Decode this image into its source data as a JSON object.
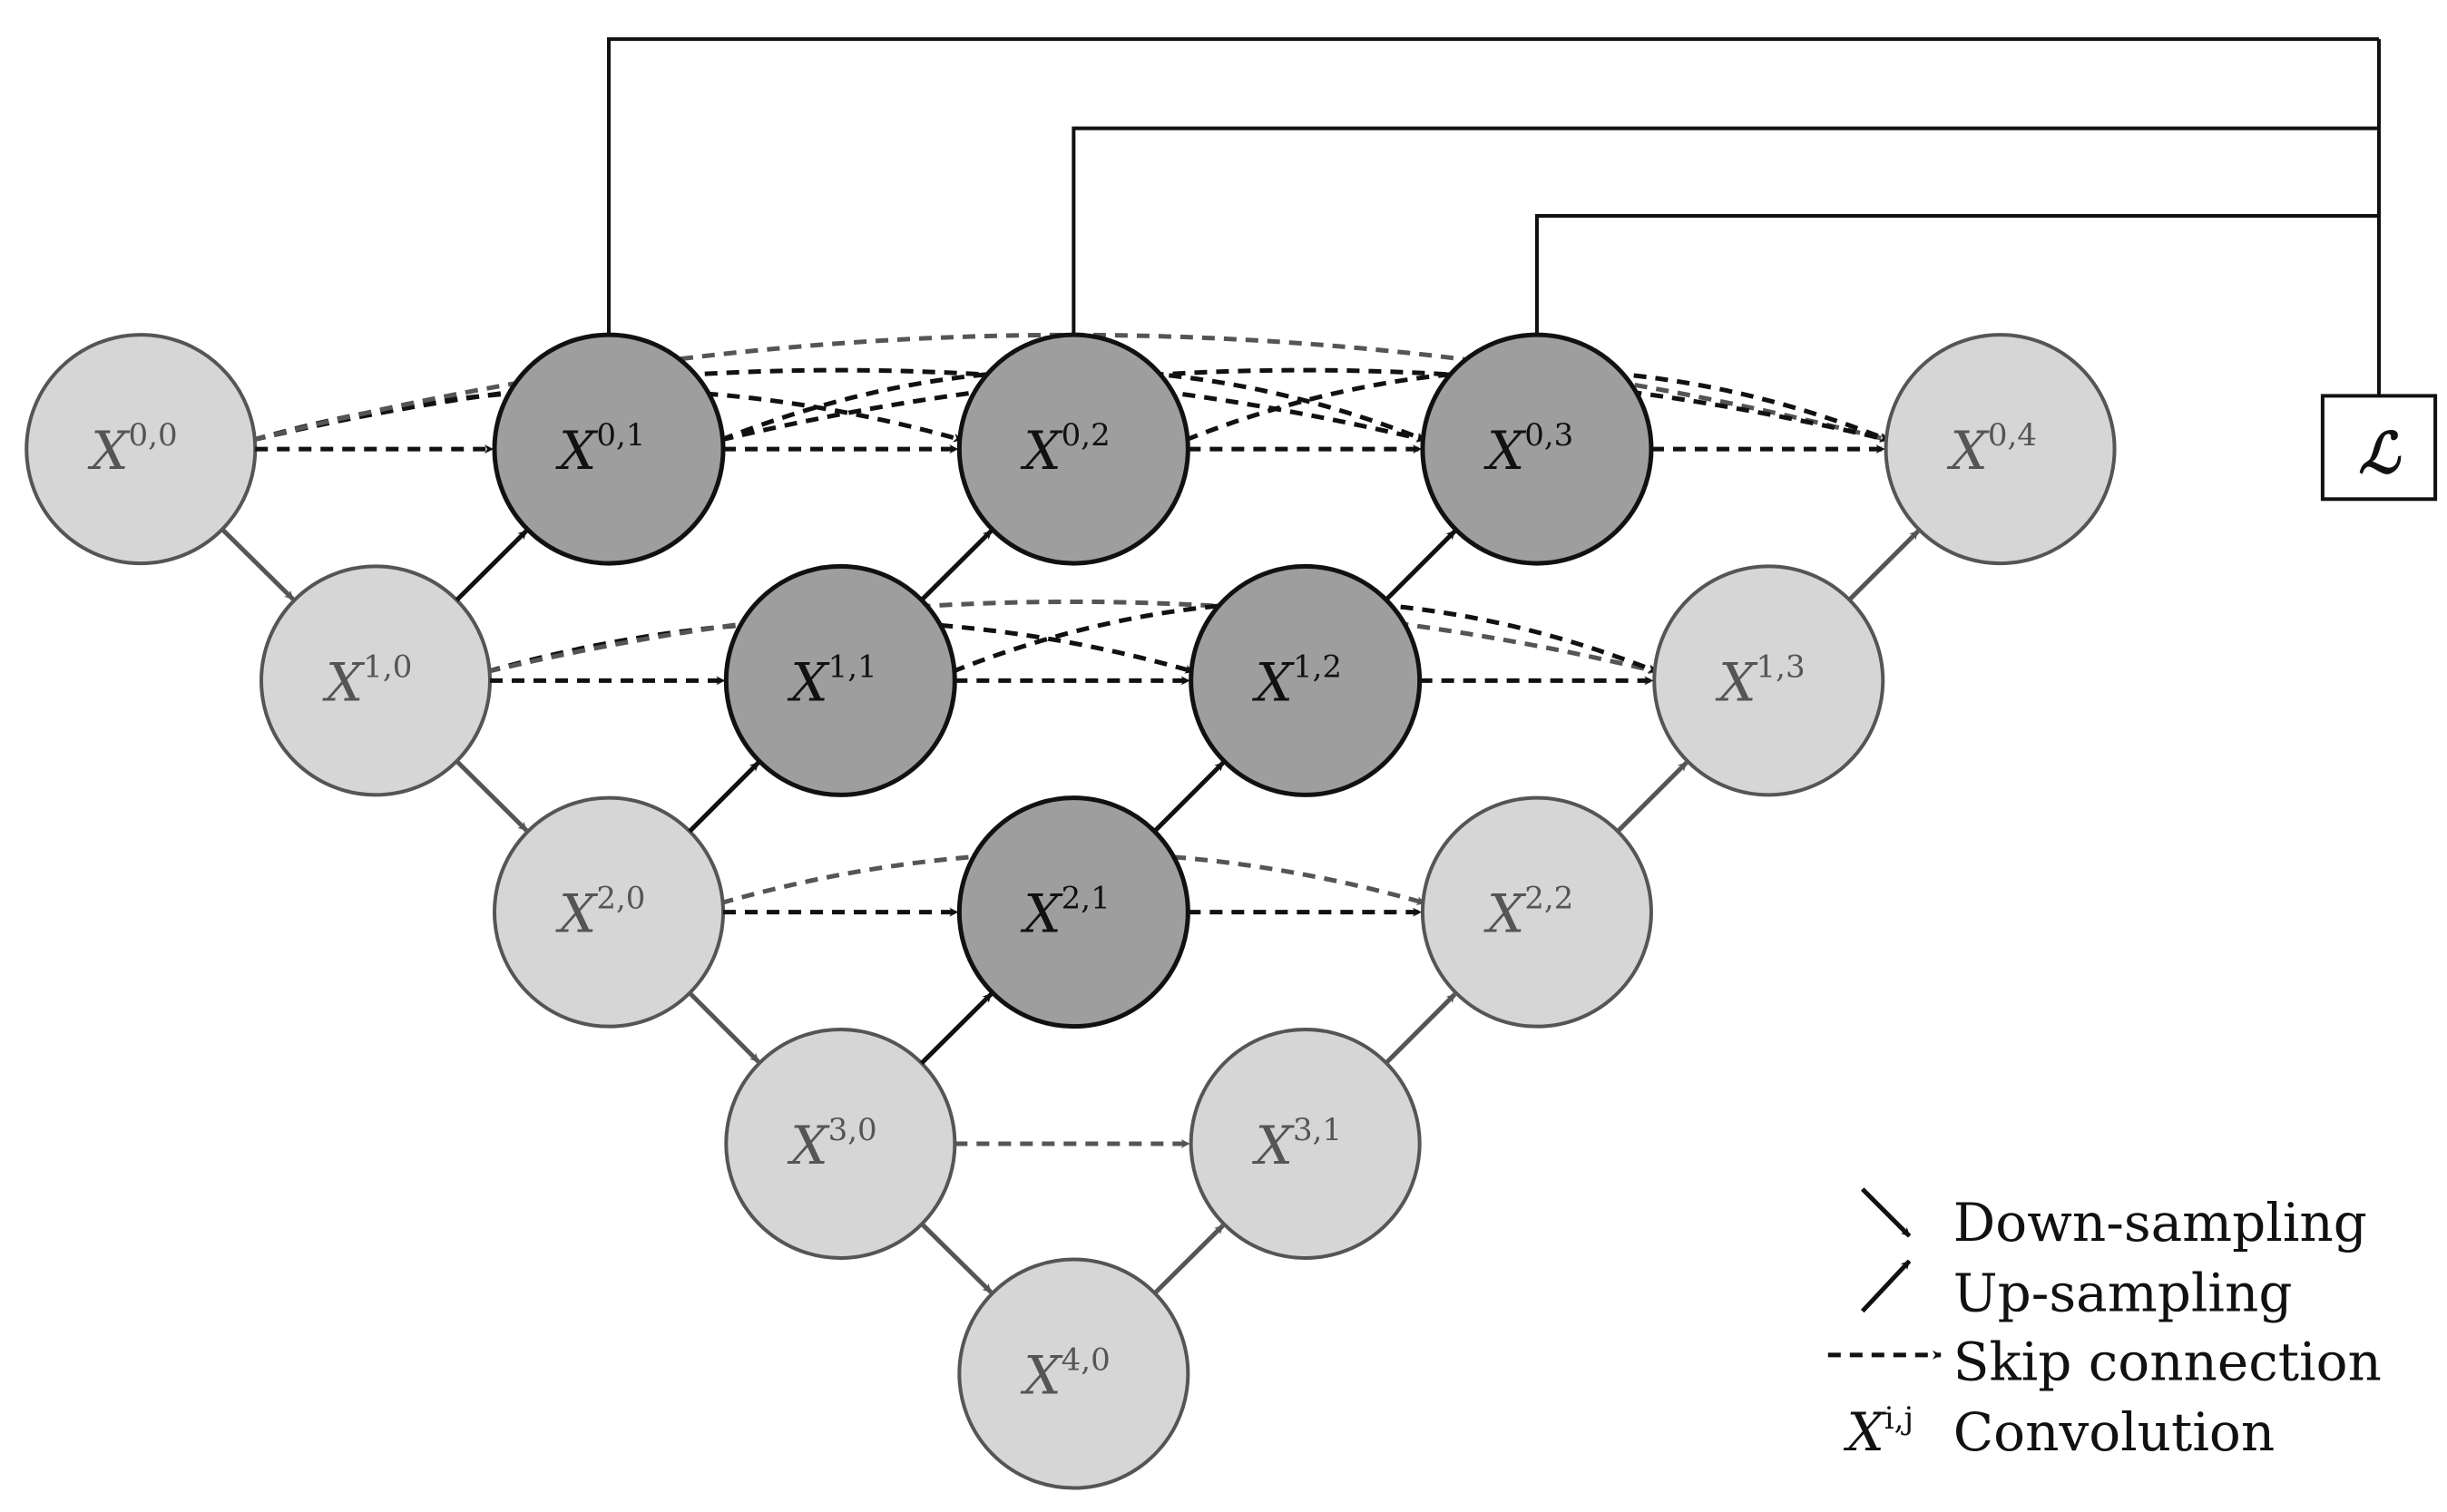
{
  "nodes": [
    {
      "id": "X00",
      "base": "X",
      "sup": "0,0",
      "style": "light"
    },
    {
      "id": "X10",
      "base": "X",
      "sup": "1,0",
      "style": "light"
    },
    {
      "id": "X20",
      "base": "X",
      "sup": "2,0",
      "style": "light"
    },
    {
      "id": "X30",
      "base": "X",
      "sup": "3,0",
      "style": "light"
    },
    {
      "id": "X40",
      "base": "X",
      "sup": "4,0",
      "style": "light"
    },
    {
      "id": "X01",
      "base": "X",
      "sup": "0,1",
      "style": "dark"
    },
    {
      "id": "X11",
      "base": "X",
      "sup": "1,1",
      "style": "dark"
    },
    {
      "id": "X21",
      "base": "X",
      "sup": "2,1",
      "style": "dark"
    },
    {
      "id": "X31",
      "base": "X",
      "sup": "3,1",
      "style": "light"
    },
    {
      "id": "X02",
      "base": "X",
      "sup": "0,2",
      "style": "dark"
    },
    {
      "id": "X12",
      "base": "X",
      "sup": "1,2",
      "style": "dark"
    },
    {
      "id": "X22",
      "base": "X",
      "sup": "2,2",
      "style": "light"
    },
    {
      "id": "X03",
      "base": "X",
      "sup": "0,3",
      "style": "dark"
    },
    {
      "id": "X13",
      "base": "X",
      "sup": "1,3",
      "style": "light"
    },
    {
      "id": "X04",
      "base": "X",
      "sup": "0,4",
      "style": "light"
    }
  ],
  "loss": {
    "label": "ℒ"
  },
  "legend": {
    "down": "Down-sampling",
    "up": "Up-sampling",
    "skip": "Skip connection",
    "conv_symbol": "X",
    "conv_sup": "i,j",
    "conv": "Convolution"
  },
  "colors": {
    "light_fill": "#d6d6d6",
    "light_stroke": "#555555",
    "dark_fill": "#9e9e9e",
    "dark_stroke": "#111111",
    "light_text": "#555555",
    "dark_text": "#111111"
  }
}
